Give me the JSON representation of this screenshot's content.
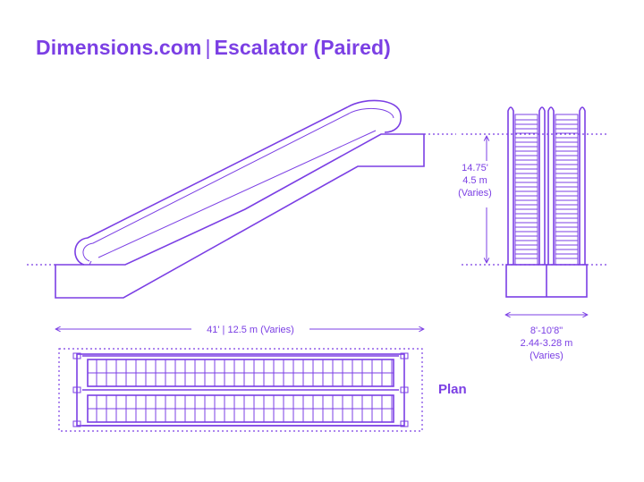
{
  "title": {
    "brand": "Dimensions.com",
    "separator": "|",
    "subject": "Escalator (Paired)"
  },
  "dimensions": {
    "length": "41' | 12.5 m (Varies)",
    "rise_ft": "14.75'",
    "rise_m": "4.5 m",
    "rise_note": "(Varies)",
    "width_ft": "8'-10'8\"",
    "width_m": "2.44-3.28 m",
    "width_note": "(Varies)"
  },
  "labels": {
    "plan": "Plan"
  },
  "colors": {
    "accent": "#7b3fe4",
    "background": "#ffffff"
  }
}
